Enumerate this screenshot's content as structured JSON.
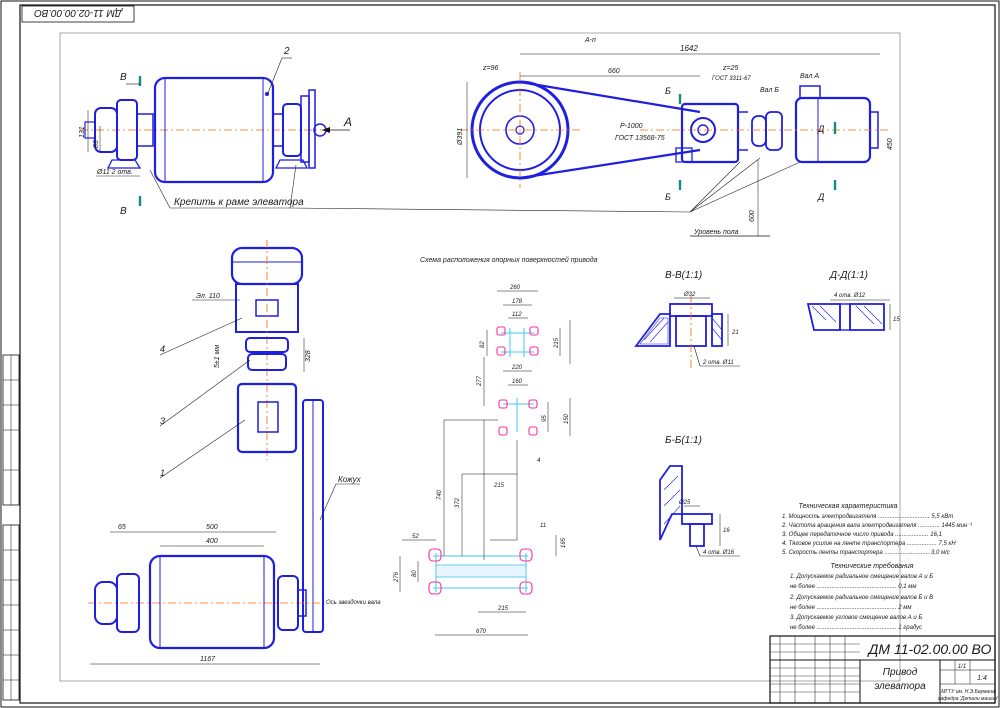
{
  "stamp_code_rotated": "ДМ 11-02.00.00.ВО",
  "title_block": {
    "doc_code": "ДМ 11-02.00.00 ВО",
    "name_line1": "Привод",
    "name_line2": "элеватора",
    "sheet": "1/1",
    "scale": "1:4",
    "org_line1": "МГТУ им. Н.Э.Баумана",
    "org_line2": "кафедра 'Детали машин'"
  },
  "top_view": {
    "view_arrow_a": "А",
    "label_b": "В",
    "label_b2": "В",
    "item2": "2",
    "note_frame": "Крепить к раме элеватора",
    "bolt_note": "Ø11 2 отв.",
    "dim_vertical_left": "131",
    "dim_vertical_left2": "83"
  },
  "side_view": {
    "title_top": "А-п",
    "dim_total": "1642",
    "dim_inner": "660",
    "z_big": "z=96",
    "z_small": "z=25",
    "gost_top": "ГОСТ 3311-67",
    "belt_label": "Р-1000",
    "belt_gost": "ГОСТ 13568-75",
    "val_a": "Вал А",
    "val_b": "Вал Б",
    "dia_big": "Ø391",
    "dim_right": "450",
    "dim_height": "600",
    "floor_note": "Уровень пола",
    "label_b": "Б",
    "label_b2": "Б",
    "label_d": "Д",
    "label_d2": "Д"
  },
  "plan_view": {
    "item4": "4",
    "item3": "3",
    "item1": "1",
    "note_motor": "Эл. 110",
    "note_coupling": "5±1 мм",
    "dim_coupling": "328",
    "guard_label": "Кожух",
    "dim_65": "65",
    "dim_500": "500",
    "dim_400": "400",
    "dim_total": "1167",
    "chain_note": "Ось звездочки вала"
  },
  "scheme": {
    "title": "Схема расположения опорных поверхностей привода",
    "dims": {
      "d260": "260",
      "d178": "178",
      "d112": "112",
      "d82": "82",
      "d215": "215",
      "d220": "220",
      "d160": "160",
      "d95": "95",
      "d277": "277",
      "d150": "150",
      "d740": "740",
      "d372": "372",
      "d215b": "215",
      "d4": "4",
      "d11": "11",
      "d52": "52",
      "d165": "165",
      "d276": "276",
      "d80": "80",
      "d215c": "215",
      "d670": "670"
    }
  },
  "section_vv": {
    "title": "В-В(1:1)",
    "dim_top": "Ø32",
    "dim_side": "21",
    "note": "2 отв. Ø11"
  },
  "section_dd": {
    "title": "Д-Д(1:1)",
    "note": "4 отв. Ø12",
    "dim": "15"
  },
  "section_bb": {
    "title": "Б-Б(1:1)",
    "dim_top": "Ø25",
    "dim_side": "16",
    "note": "4 отв. Ø16"
  },
  "tech_characteristics": {
    "title": "Техническая характеристика",
    "lines": [
      "1. Мощность электродвигателя ............................... 5,5 кВт",
      "2. Частота вращения вала электродвигателя ............. 1445 мин⁻¹",
      "3. Общее передаточное число привода .................... 16,1",
      "4. Тяговое усилие на ленте транспортера .................. 7,5 кН",
      "5. Скорость ленты транспортера ........................... 3,0 м/с"
    ]
  },
  "tech_requirements": {
    "title": "Технические требования",
    "lines": [
      "1. Допускаемое радиальное смещение валов А и Б",
      "    не более ................................................ 0,1 мм",
      "2. Допускаемое радиальное смещение валов Б и В",
      "    не более ................................................ 2 мм",
      "3. Допускаемое угловое смещение валов А и Б",
      "    не более ................................................ 1 градус"
    ]
  }
}
